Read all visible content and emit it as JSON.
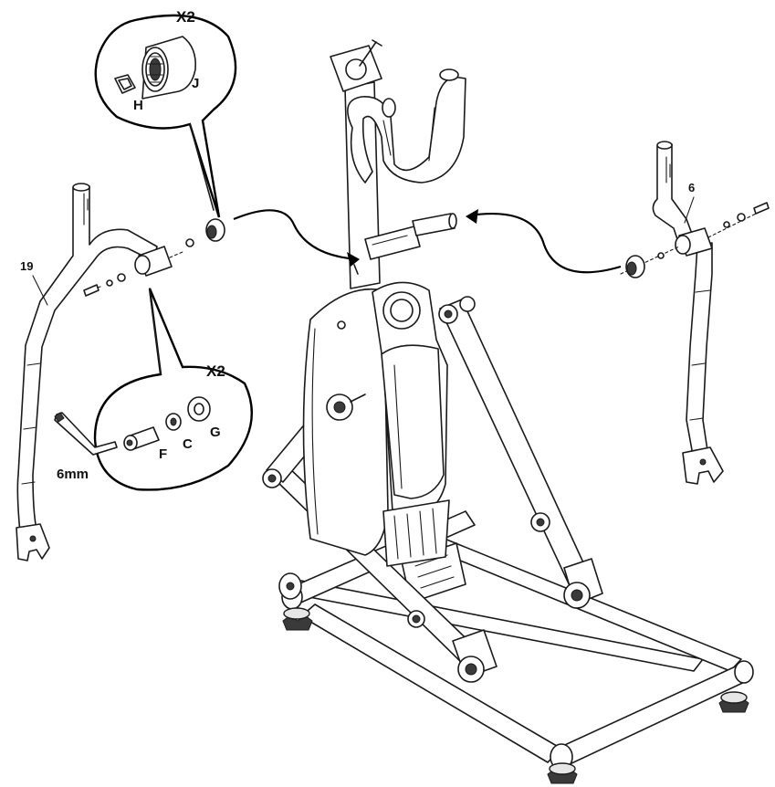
{
  "callouts": {
    "top_qty": "X2",
    "bottom_qty": "X2",
    "part_h": "H",
    "part_j": "J",
    "part_f": "F",
    "part_c": "C",
    "part_g": "G",
    "tool": "6mm"
  },
  "parts": {
    "left_arm_number": "19",
    "right_arm_number": "6"
  }
}
